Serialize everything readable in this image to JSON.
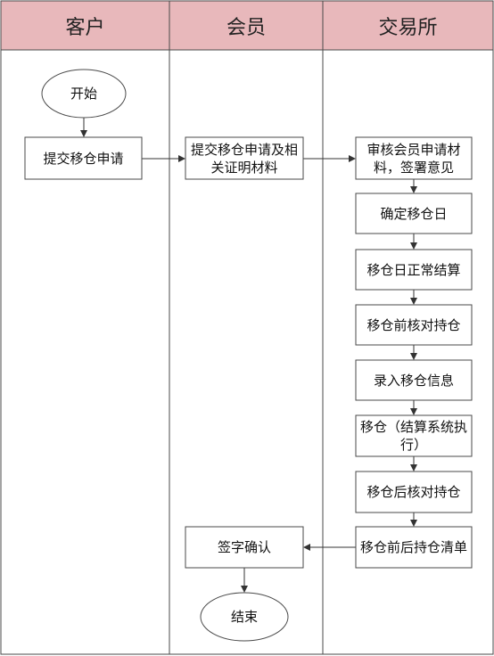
{
  "colors": {
    "header_fill": "#e8b8bb",
    "border": "#4a4a4a",
    "arrow": "#333333"
  },
  "lanes": [
    {
      "id": "customer",
      "title": "客户"
    },
    {
      "id": "member",
      "title": "会员"
    },
    {
      "id": "exchange",
      "title": "交易所"
    }
  ],
  "nodes": [
    {
      "id": "start",
      "shape": "ellipse",
      "lane": "customer",
      "label": "开始"
    },
    {
      "id": "submit",
      "shape": "rect",
      "lane": "customer",
      "label": "提交移仓申请"
    },
    {
      "id": "member-submit",
      "shape": "rect",
      "lane": "member",
      "label": "提交移仓申请及相关证明材料"
    },
    {
      "id": "review",
      "shape": "rect",
      "lane": "exchange",
      "label": "审核会员申请材料，签署意见"
    },
    {
      "id": "set-date",
      "shape": "rect",
      "lane": "exchange",
      "label": "确定移仓日"
    },
    {
      "id": "settle",
      "shape": "rect",
      "lane": "exchange",
      "label": "移仓日正常结算"
    },
    {
      "id": "check-before",
      "shape": "rect",
      "lane": "exchange",
      "label": "移仓前核对持仓"
    },
    {
      "id": "enter-info",
      "shape": "rect",
      "lane": "exchange",
      "label": "录入移仓信息"
    },
    {
      "id": "transfer",
      "shape": "rect",
      "lane": "exchange",
      "label": "移仓（结算系统执行）"
    },
    {
      "id": "check-after",
      "shape": "rect",
      "lane": "exchange",
      "label": "移仓后核对持仓"
    },
    {
      "id": "position-list",
      "shape": "rect",
      "lane": "exchange",
      "label": "移仓前后持仓清单"
    },
    {
      "id": "sign",
      "shape": "rect",
      "lane": "member",
      "label": "签字确认"
    },
    {
      "id": "end",
      "shape": "ellipse",
      "lane": "member",
      "label": "结束"
    }
  ],
  "edges": [
    {
      "from": "start",
      "to": "submit"
    },
    {
      "from": "submit",
      "to": "member-submit"
    },
    {
      "from": "member-submit",
      "to": "review"
    },
    {
      "from": "review",
      "to": "set-date"
    },
    {
      "from": "set-date",
      "to": "settle"
    },
    {
      "from": "settle",
      "to": "check-before"
    },
    {
      "from": "check-before",
      "to": "enter-info"
    },
    {
      "from": "enter-info",
      "to": "transfer"
    },
    {
      "from": "transfer",
      "to": "check-after"
    },
    {
      "from": "check-after",
      "to": "position-list"
    },
    {
      "from": "position-list",
      "to": "sign"
    },
    {
      "from": "sign",
      "to": "end"
    }
  ]
}
